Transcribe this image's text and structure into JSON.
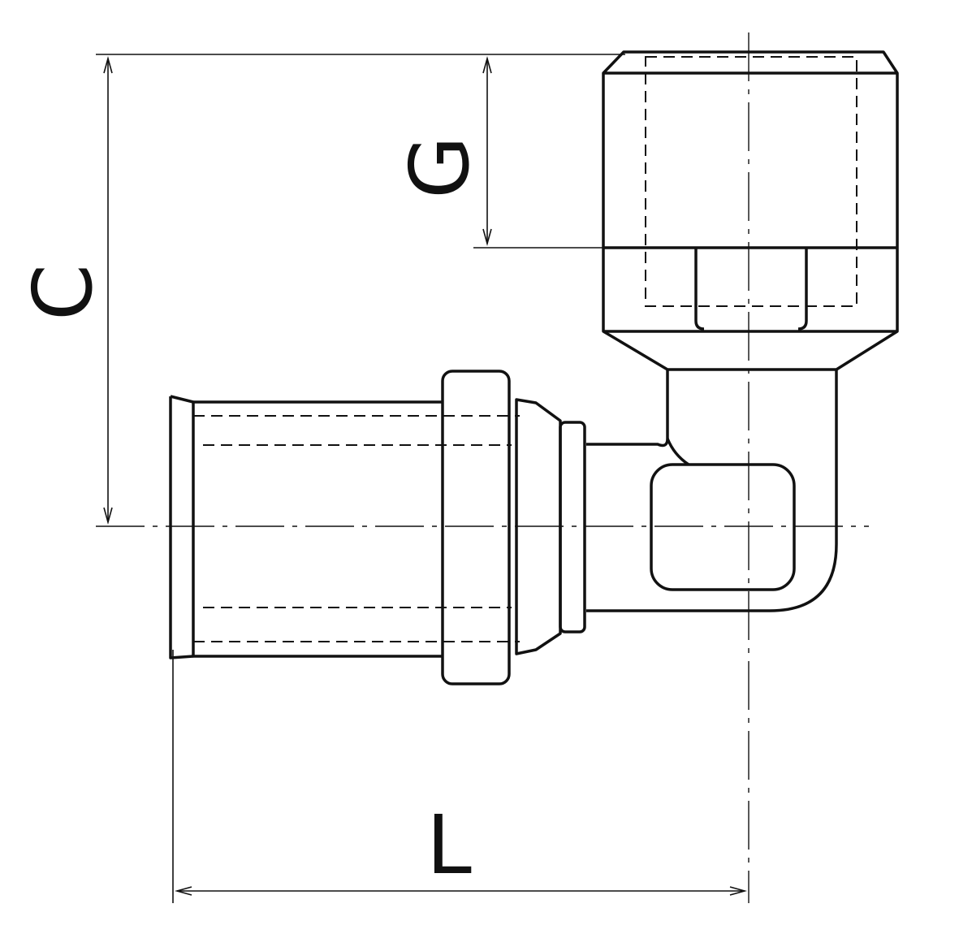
{
  "dimensions": {
    "height_label": "C",
    "thread_label": "G",
    "length_label": "L"
  }
}
